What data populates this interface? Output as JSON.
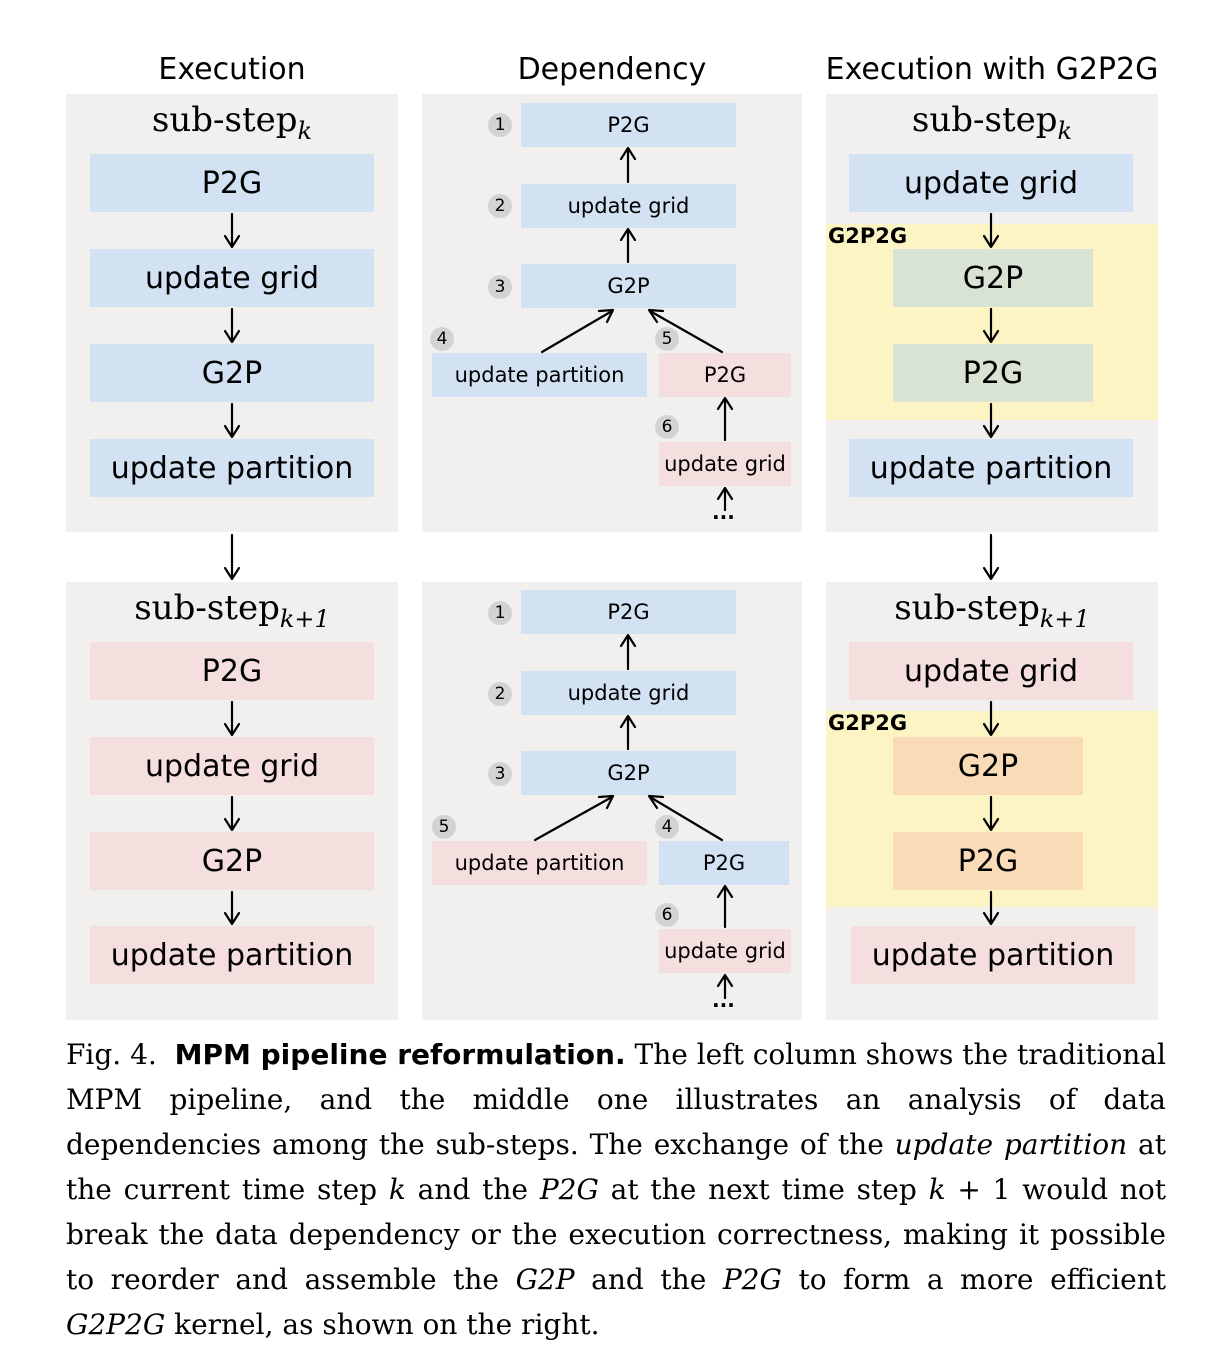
{
  "columns": {
    "execution": "Execution",
    "dependency": "Dependency",
    "execution_g2p2g": "Execution with G2P2G"
  },
  "substeps": {
    "k": {
      "base": "sub-step",
      "sub": "k"
    },
    "k1": {
      "base": "sub-step",
      "sub": "k+1"
    }
  },
  "left_top": [
    "P2G",
    "update grid",
    "G2P",
    "update partition"
  ],
  "left_bottom": [
    "P2G",
    "update grid",
    "G2P",
    "update partition"
  ],
  "dep_top": {
    "n1": "P2G",
    "n2": "update grid",
    "n3": "G2P",
    "n4": "update partition",
    "n5": "P2G",
    "n6": "update grid",
    "b1": "1",
    "b2": "2",
    "b3": "3",
    "b4": "4",
    "b5": "5",
    "b6": "6",
    "dots": "..."
  },
  "dep_bottom": {
    "n1": "P2G",
    "n2": "update grid",
    "n3": "G2P",
    "n5": "update partition",
    "n4": "P2G",
    "n6": "update grid",
    "b1": "1",
    "b2": "2",
    "b3": "3",
    "b5": "5",
    "b4": "4",
    "b6": "6",
    "dots": "..."
  },
  "right_top": {
    "update_grid": "update grid",
    "g2p2g": "G2P2G",
    "g2p": "G2P",
    "p2g": "P2G",
    "update_partition": "update partition"
  },
  "right_bottom": {
    "update_grid": "update grid",
    "g2p2g": "G2P2G",
    "g2p": "G2P",
    "p2g": "P2G",
    "update_partition": "update partition"
  },
  "caption": {
    "fig": "Fig. 4.",
    "title": "MPM pipeline reformulation.",
    "t1": " The left column shows the traditional MPM pipeline, and the middle one illustrates an analysis of data dependencies among the sub-steps. The exchange of the ",
    "i1": "update partition",
    "t2": " at the current time step ",
    "i2": "k",
    "t3": " and the ",
    "i3": "P2G",
    "t4": " at the next time step ",
    "i4": "k",
    "t5": " + 1 would not break the data dependency or the execution correctness, making it possible to reorder and assemble the ",
    "i5": "G2P",
    "t6": " and the ",
    "i6": "P2G",
    "t7": " to form a more efficient ",
    "i7": "G2P2G",
    "t8": " kernel, as shown on the right."
  }
}
